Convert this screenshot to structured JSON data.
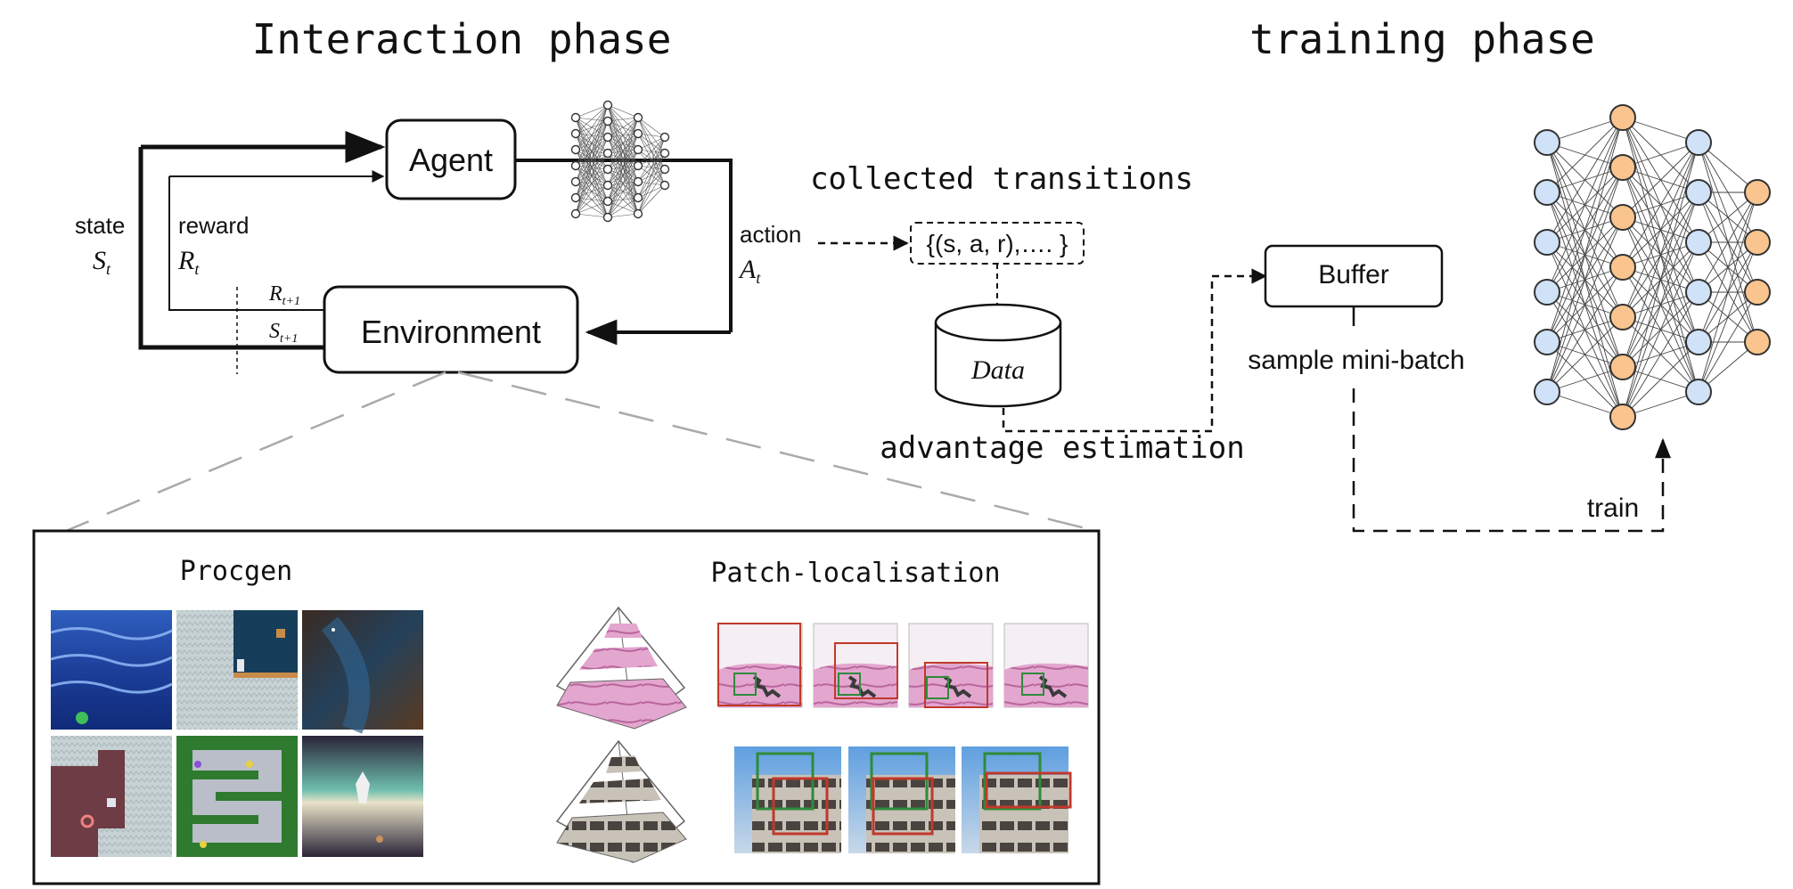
{
  "titles": {
    "interaction": "Interaction phase",
    "training": "training phase"
  },
  "loop": {
    "agent": "Agent",
    "environment": "Environment",
    "state_word": "state",
    "state_sym": "S",
    "state_sub": "t",
    "reward_word": "reward",
    "reward_sym": "R",
    "reward_sub": "t",
    "action_word": "action",
    "action_sym": "A",
    "action_sub": "t",
    "next_reward_sym": "R",
    "next_reward_sub": "t+1",
    "next_state_sym": "S",
    "next_state_sub": "t+1"
  },
  "pipeline": {
    "collected": "collected transitions",
    "transitions": "{(s, a, r),…. }",
    "data": "Data",
    "advantage": "advantage estimation",
    "buffer": "Buffer",
    "sample": "sample mini-batch",
    "train": "train"
  },
  "panel": {
    "procgen": "Procgen",
    "patch": "Patch-localisation"
  },
  "colors": {
    "nn_blue": "#cfe2f7",
    "nn_orange": "#f9c48e",
    "box_green": "#2e8b3a",
    "box_red": "#c0392b",
    "histo_pink": "#e3a6cf"
  },
  "icons": {
    "agent_network": "small-neural-network-icon",
    "database": "database-cylinder-icon",
    "policy_network": "neural-network-icon"
  }
}
